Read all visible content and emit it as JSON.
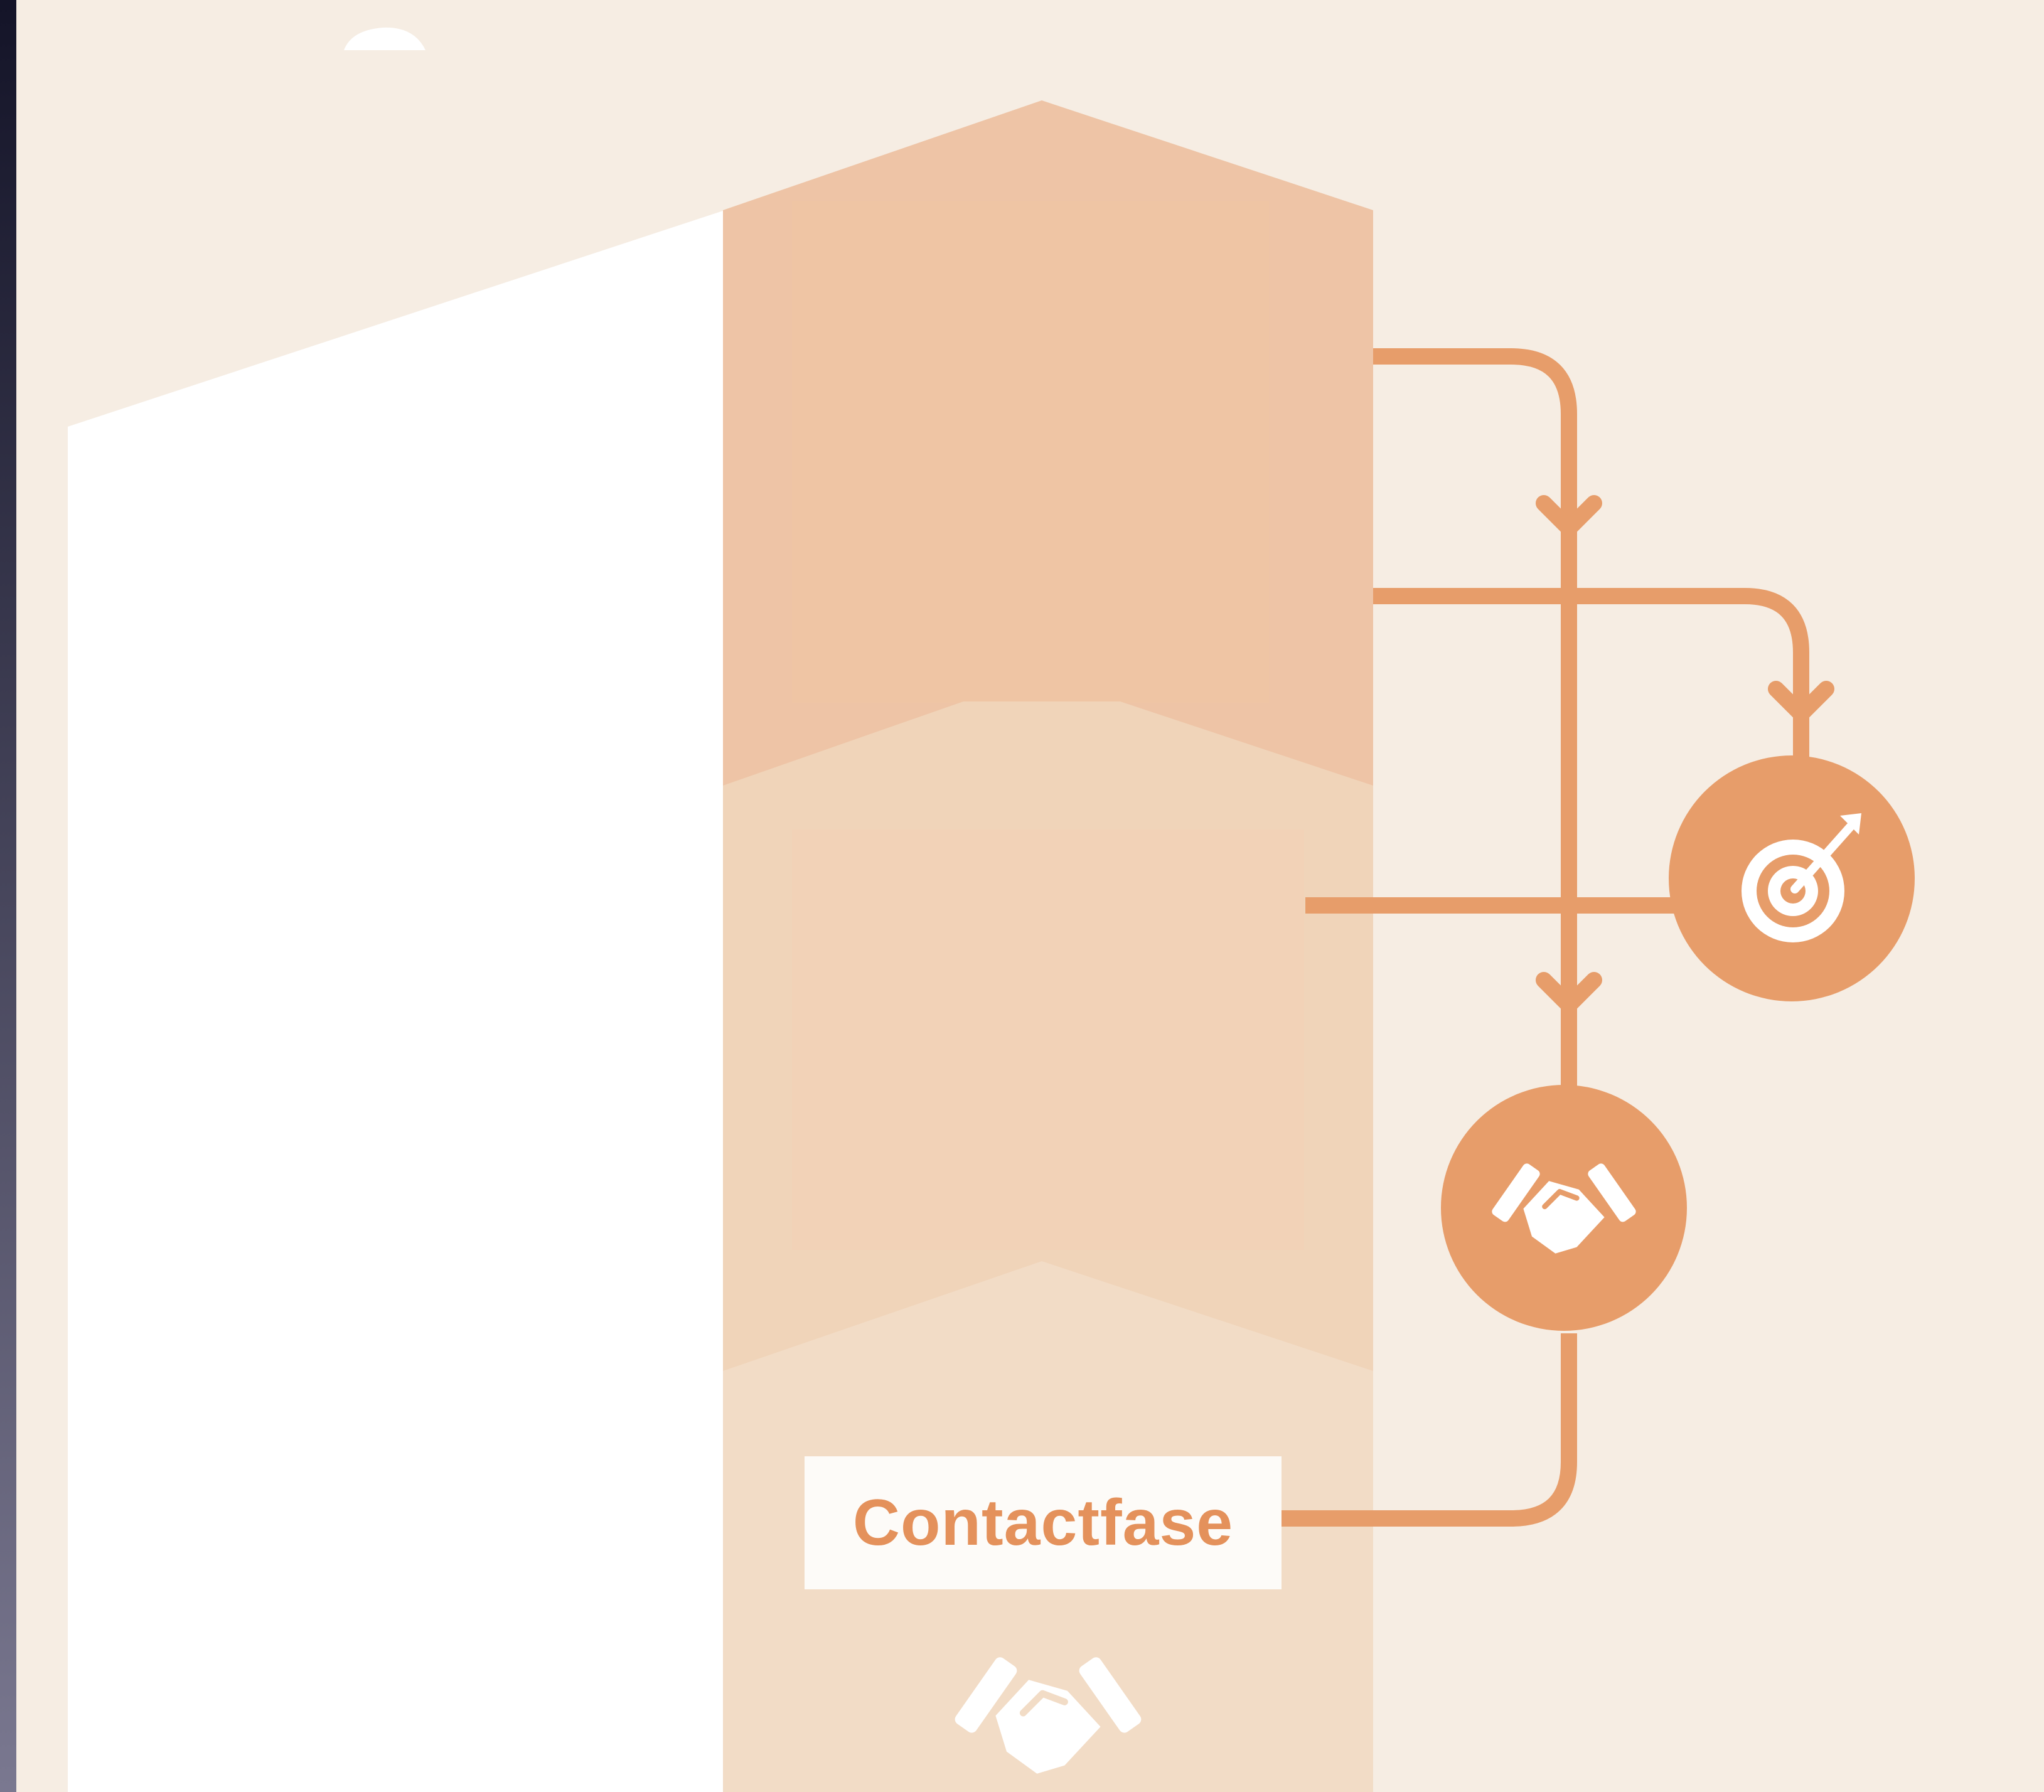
{
  "colors": {
    "background": "#f6ede3",
    "left_edge_dark": "#141428",
    "left_edge_light": "#7a7890",
    "white_panel": "#ffffff",
    "stage_top": "#eec4a6",
    "stage_middle": "#f0d4b9",
    "stage_bottom": "#f2dcc6",
    "connector": "#e79d6a",
    "circle_fill": "#e79d6a",
    "icon_fill": "#ffffff",
    "label_background": "#fdfbf8",
    "label_text": "#e4915b"
  },
  "stages": [
    {
      "id": "top",
      "icon": ""
    },
    {
      "id": "middle",
      "icon": ""
    },
    {
      "id": "bottom",
      "icon": "handshake-icon"
    }
  ],
  "nodes": [
    {
      "id": "target-node",
      "icon": "target-icon"
    },
    {
      "id": "handshake-node",
      "icon": "handshake-icon"
    }
  ],
  "label": {
    "text": "Contactfase"
  }
}
